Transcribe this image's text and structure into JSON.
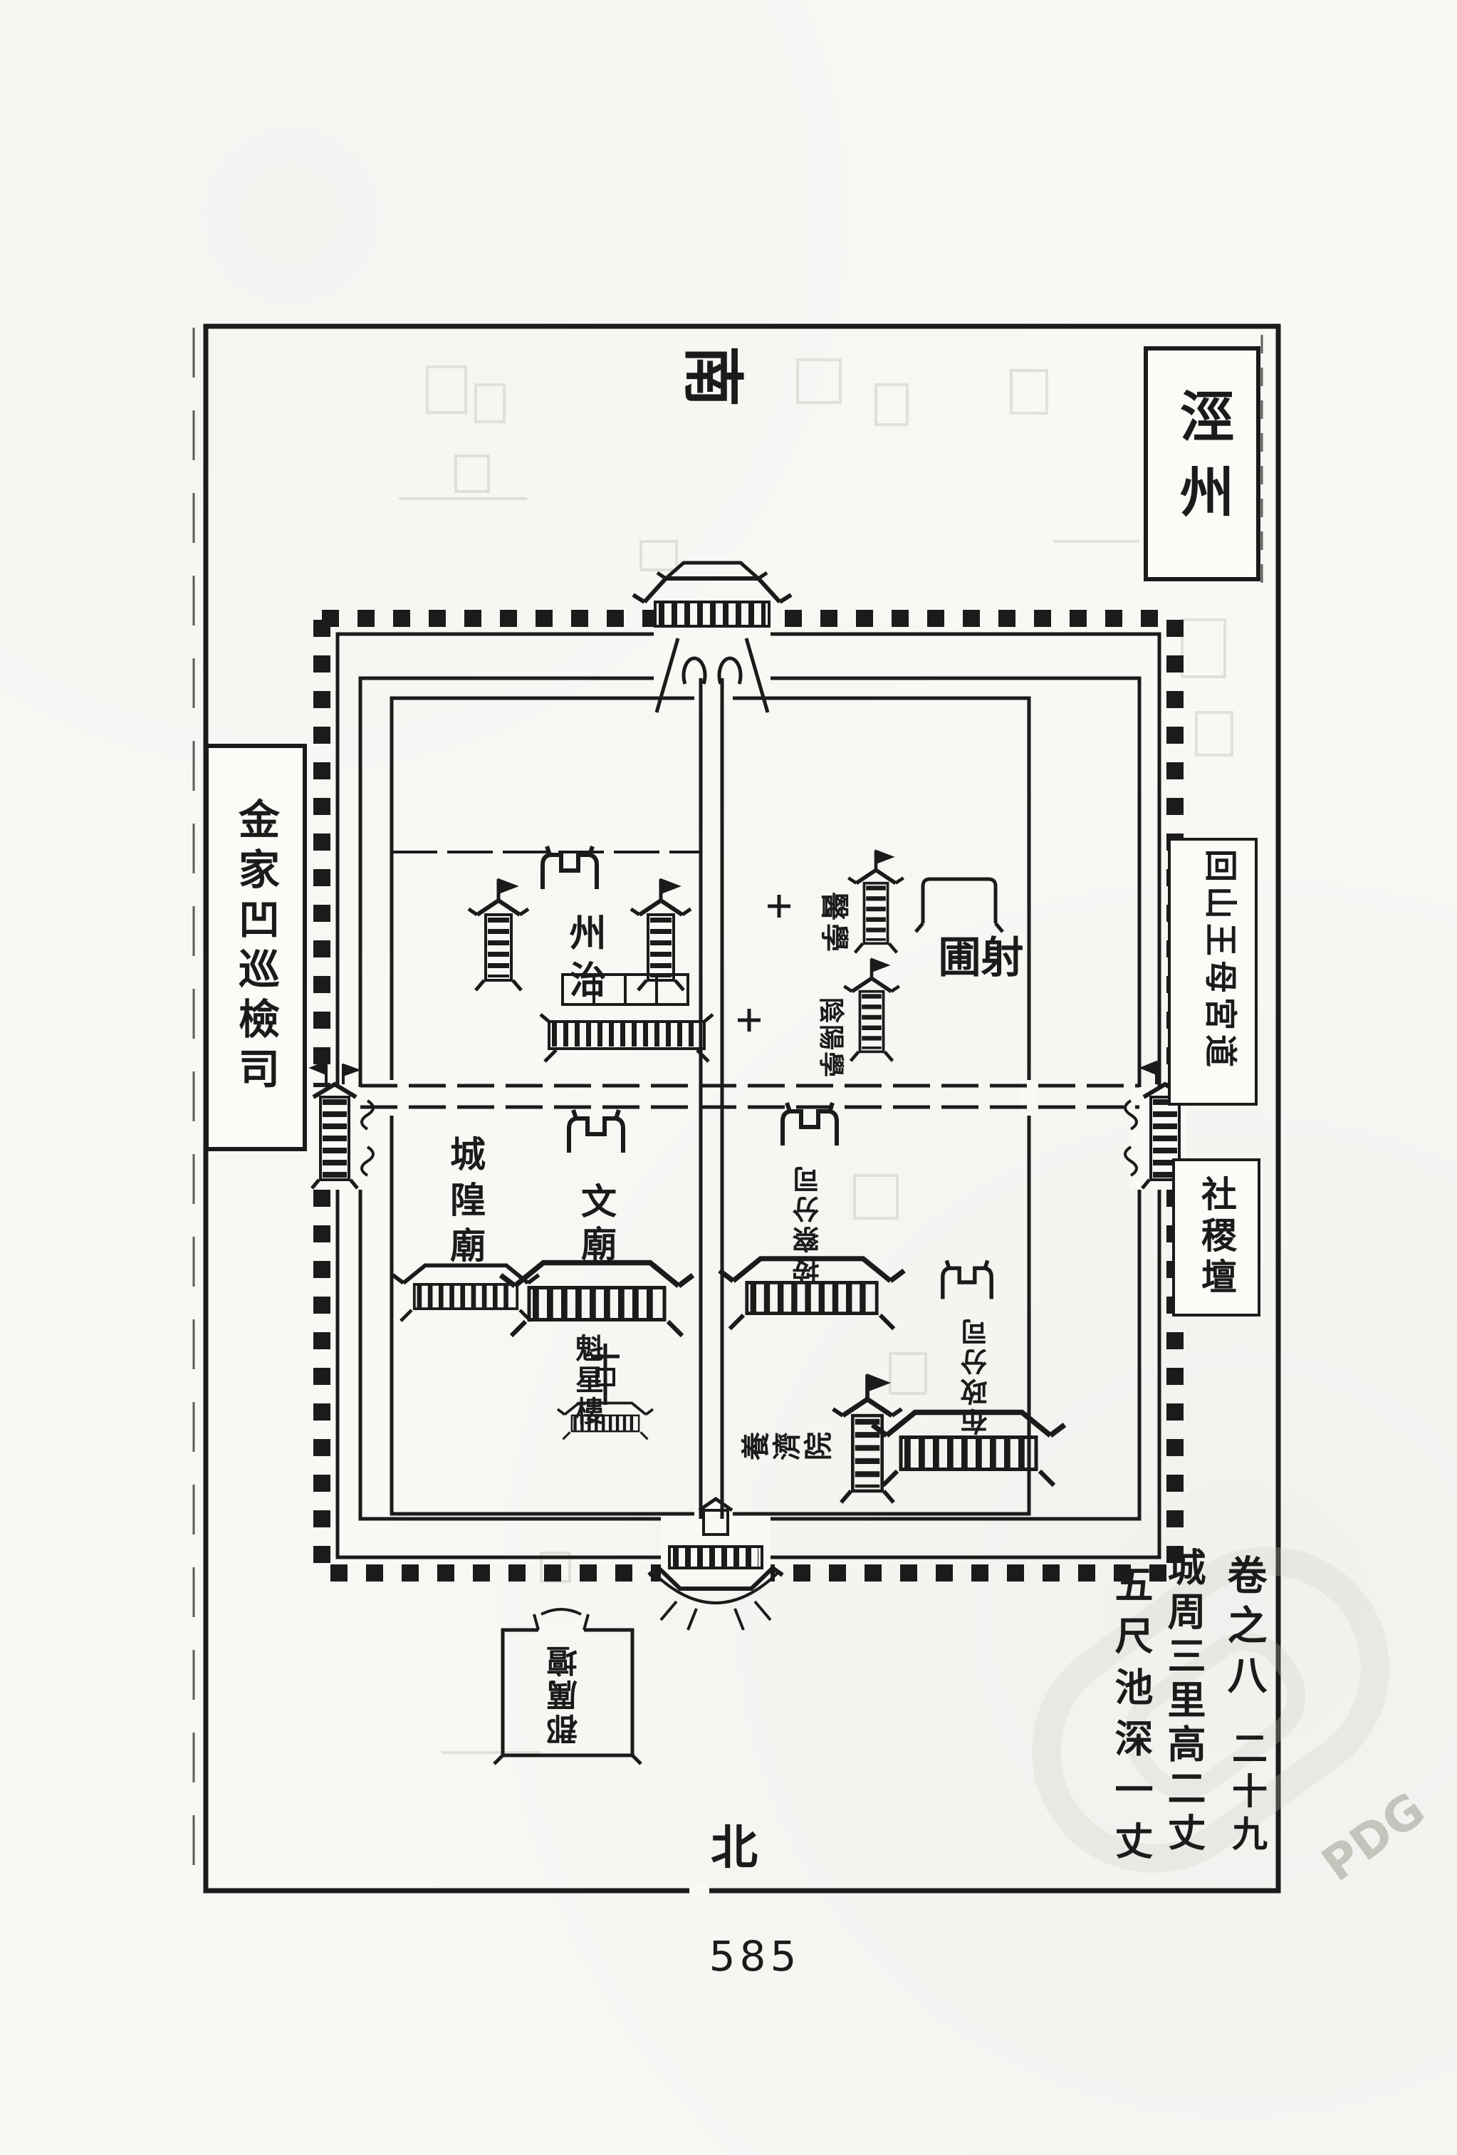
{
  "page": {
    "print_page_number": "585"
  },
  "margin": {
    "volume_label": "卷之八",
    "folio_label": "二十九",
    "wall_note_col1": "城周三里高二丈",
    "wall_note_col2": "五尺池深一丈"
  },
  "compass": {
    "top_label": "南",
    "bottom_label": "北"
  },
  "title_box": {
    "label": "涇州"
  },
  "outside_boxes": {
    "patrol_office": "金家凹巡檢司",
    "wangmu_palace_road": "回山王母宮道",
    "sheji_altar": "社稷壇",
    "li_altar": "郡厲壇"
  },
  "city": {
    "prefecture_seat": "州治",
    "archery_ground": "射圃",
    "medical_school": "醫學",
    "yinyang_school": "陰陽學",
    "city_god_temple": "城隍廟",
    "confucian_temple": "文廟",
    "kuixing_tower": "魁星樓",
    "surveillance_branch": "按察分司",
    "administration_branch": "布政分司",
    "almshouse": "養濟院"
  },
  "watermark": {
    "label": "PDG"
  },
  "colors": {
    "ink": "#1b1b1b",
    "paper": "#f8f8f5",
    "ghost": "#cfcfc8"
  }
}
